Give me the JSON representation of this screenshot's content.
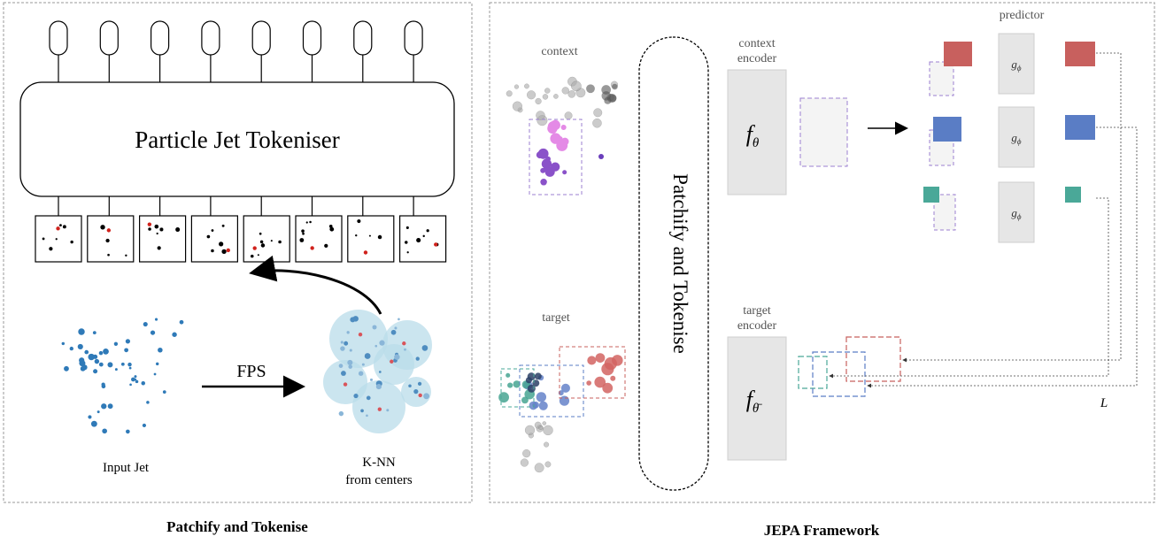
{
  "left_panel": {
    "tokeniser_label": "Particle Jet Tokeniser",
    "fps_label": "FPS",
    "input_jet_label": "Input Jet",
    "knn_label_line1": "K-NN",
    "knn_label_line2": "from centers",
    "caption": "Patchify and Tokenise",
    "output_port_count": 8,
    "patch_count": 8
  },
  "right_panel": {
    "context_label": "context",
    "target_label": "target",
    "patchify_label": "Patchify and Tokenise",
    "context_encoder_line1": "context",
    "context_encoder_line2": "encoder",
    "context_encoder_fn": "f",
    "context_encoder_sub": "θ",
    "target_encoder_line1": "target",
    "target_encoder_line2": "encoder",
    "target_encoder_fn": "f",
    "target_encoder_sub": "θ̄",
    "predictor_label": "predictor",
    "predictor_fn": "g",
    "predictor_sub": "ϕ",
    "loss_label": "L",
    "caption": "JEPA Framework"
  },
  "colors": {
    "jet_blue": "#2f7ab8",
    "cluster_fill": "#b9dcea",
    "red_token": "#c8605e",
    "blue_token": "#5a7dc5",
    "teal_token": "#4aa898",
    "purple_dash": "#9b7fd0",
    "encoder_gray": "#e6e6e6"
  }
}
